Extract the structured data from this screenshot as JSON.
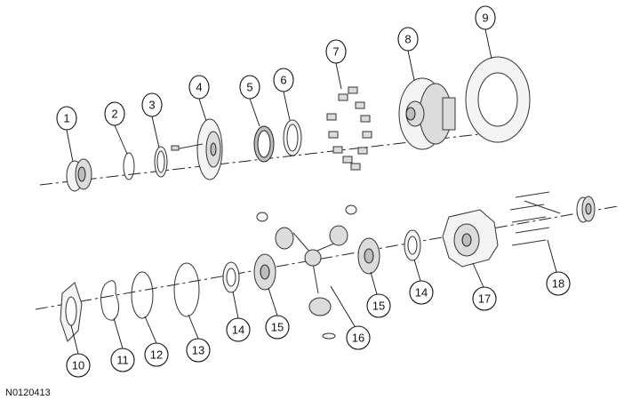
{
  "figure_id": "N0120413",
  "callouts": [
    "1",
    "2",
    "3",
    "4",
    "5",
    "6",
    "7",
    "8",
    "9",
    "10",
    "11",
    "12",
    "13",
    "14",
    "14",
    "15",
    "15",
    "16",
    "17",
    "18"
  ]
}
